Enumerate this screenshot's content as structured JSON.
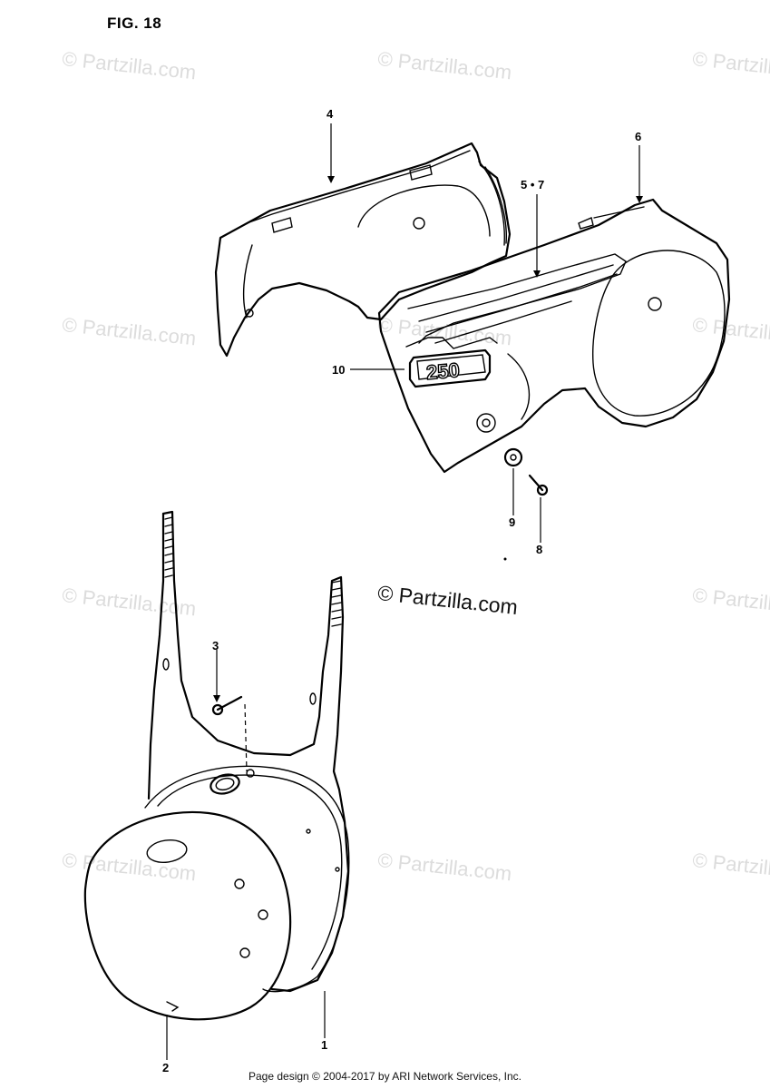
{
  "figure_label": "FIG. 18",
  "watermark_text": "© Partzilla.com",
  "center_watermark": "© Partzilla.com",
  "footer": "Page design © 2004-2017 by ARI Network Services, Inc.",
  "badge_text": "250",
  "callouts": {
    "c1": "1",
    "c2": "2",
    "c3": "3",
    "c4": "4",
    "c5_7": "5 • 7",
    "c6": "6",
    "c8": "8",
    "c9": "9",
    "c10": "10"
  },
  "colors": {
    "line": "#000000",
    "watermark": "#dcdcdc",
    "background": "#ffffff"
  }
}
